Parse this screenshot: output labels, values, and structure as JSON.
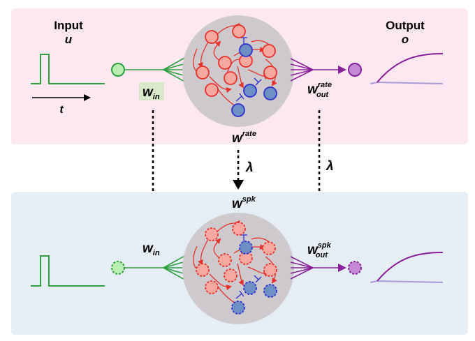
{
  "top_panel": {
    "input_title": "Input",
    "input_symbol": "u",
    "time_symbol": "t",
    "output_title": "Output",
    "output_symbol": "o",
    "w_in": {
      "base": "w",
      "sub": "in"
    },
    "w_rate": {
      "base": "w",
      "sup": "rate"
    },
    "w_out_rate": {
      "base": "w",
      "sup": "rate",
      "sub": "out"
    }
  },
  "transfer": {
    "lambda_center": "λ",
    "lambda_right": "λ"
  },
  "bottom_panel": {
    "w_in": {
      "base": "w",
      "sub": "in"
    },
    "w_spk": {
      "base": "w",
      "sup": "spk"
    },
    "w_out_spk": {
      "base": "w",
      "sup": "spk",
      "sub": "out"
    }
  },
  "colors": {
    "top_panel_bg": "#fde8f1",
    "bottom_panel_bg": "#e4eef4",
    "input_green": "#2e9e3e",
    "input_node_fill": "#b8efb0",
    "output_purple": "#8a1f9a",
    "output_node_fill": "#c48ad6",
    "output_faint": "#a89ad6",
    "excitatory_red": "#e8302a",
    "excitatory_fill": "#f7a9a0",
    "inhibitory_blue": "#2d2fd0",
    "inhibitory_fill": "#6e8fc4",
    "reservoir_gray": "#cdc9cc",
    "w_in_highlight": "#d9e8c8"
  }
}
